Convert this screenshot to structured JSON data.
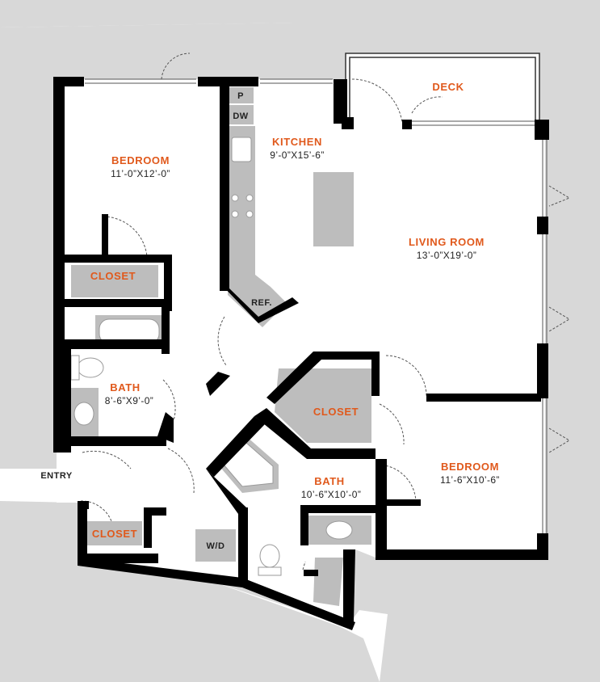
{
  "colors": {
    "accent": "#e0591c",
    "wall": "#000000",
    "fixture": "#bdbdbd",
    "site": "#d8d8d8",
    "text": "#222222"
  },
  "rooms": {
    "bedroom1": {
      "name": "BEDROOM",
      "dims": "11’-0”X12’-0”"
    },
    "kitchen": {
      "name": "KITCHEN",
      "dims": "9’-0”X15’-6”"
    },
    "deck": {
      "name": "DECK"
    },
    "living": {
      "name": "LIVING ROOM",
      "dims": "13’-0”X19’-0”"
    },
    "closet1": {
      "name": "CLOSET"
    },
    "bath1": {
      "name": "BATH",
      "dims": "8’-6”X9’-0”"
    },
    "closet2": {
      "name": "CLOSET"
    },
    "bath2": {
      "name": "BATH",
      "dims": "10’-6”X10’-0”"
    },
    "bedroom2": {
      "name": "BEDROOM",
      "dims": "11’-6”X10’-6”"
    },
    "closet3": {
      "name": "CLOSET"
    }
  },
  "fixtures": {
    "pantry": "P",
    "dishwasher": "DW",
    "refrigerator": "REF.",
    "washer_dryer": "W/D"
  },
  "entry": "ENTRY"
}
